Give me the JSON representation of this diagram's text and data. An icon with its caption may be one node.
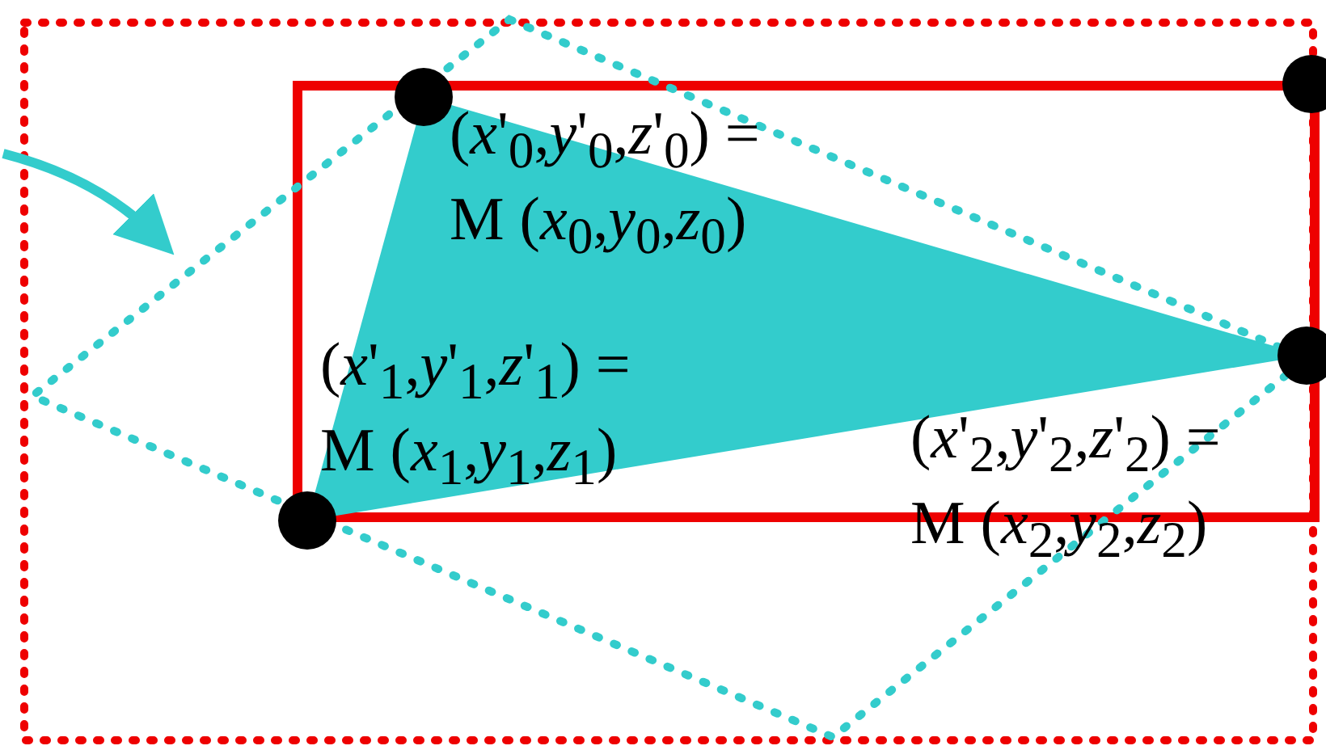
{
  "diagram": {
    "labels": [
      "(*x*'$_{0}$,*y*'$_{0}$,*z*'$_{0}$) = M (*x*$_{0}$,*y*$_{0}$,*z*$_{0}$)",
      "(*x*'$_{1}$,*y*'$_{1}$,*z*'$_{1}$) = M (*x*$_{1}$,*y*$_{1}$,*z*$_{1}$)",
      "(*x*'$_{2}$,*y*'$_{2}$,*z*'$_{2}$) = M (*x*$_{2}$,*y*$_{2}$,*z*$_{2}$)"
    ]
  }
}
